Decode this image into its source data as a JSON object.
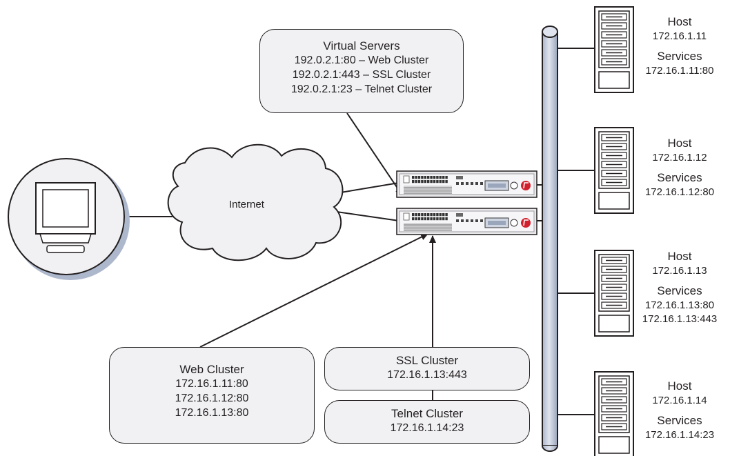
{
  "virtual_servers": {
    "title": "Virtual Servers",
    "entries": [
      "192.0.2.1:80 – Web Cluster",
      "192.0.2.1:443 – SSL Cluster",
      "192.0.2.1:23 – Telnet Cluster"
    ]
  },
  "internet": {
    "label": "Internet"
  },
  "web_cluster": {
    "title": "Web Cluster",
    "members": [
      "172.16.1.11:80",
      "172.16.1.12:80",
      "172.16.1.13:80"
    ]
  },
  "ssl_cluster": {
    "title": "SSL Cluster",
    "members": [
      "172.16.1.13:443"
    ]
  },
  "telnet_cluster": {
    "title": "Telnet Cluster",
    "members": [
      "172.16.1.14:23"
    ]
  },
  "hosts": [
    {
      "host_label": "Host",
      "ip": "172.16.1.11",
      "services_label": "Services",
      "services": [
        "172.16.1.11:80"
      ]
    },
    {
      "host_label": "Host",
      "ip": "172.16.1.12",
      "services_label": "Services",
      "services": [
        "172.16.1.12:80"
      ]
    },
    {
      "host_label": "Host",
      "ip": "172.16.1.13",
      "services_label": "Services",
      "services": [
        "172.16.1.13:80",
        "172.16.1.13:443"
      ]
    },
    {
      "host_label": "Host",
      "ip": "172.16.1.14",
      "services_label": "Services",
      "services": [
        "172.16.1.14:23"
      ]
    }
  ],
  "icons": {
    "client": "computer-monitor-icon",
    "network": "internet-cloud-icon",
    "load_balancer": "load-balancer-appliance-icon",
    "server": "server-tower-icon",
    "bus": "network-backbone-icon",
    "brand_logo": "f5-logo-icon"
  },
  "colors": {
    "box_fill": "#f1f1f3",
    "backbone_fill": "#c9d0e0",
    "brand_red": "#d0202e",
    "stroke": "#231f20"
  }
}
